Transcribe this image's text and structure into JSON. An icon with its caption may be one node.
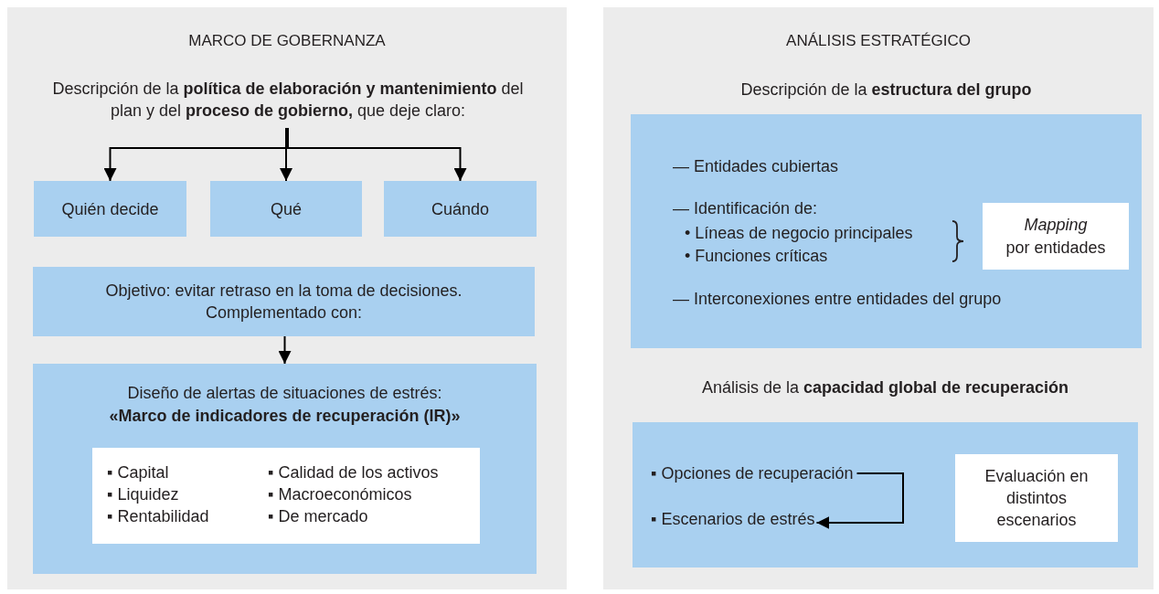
{
  "diagram": {
    "nodes": [
      {
        "text": [
          "MARCO DE GOBERNANZA"
        ]
      },
      {
        "text": [
          "Descripción de la **política de elaboración y mantenimiento** del plan y del **proceso de gobierno,** que deje claro:"
        ],
        "in": 0
      },
      {
        "text": [
          "Quién decide"
        ],
        "in": 0
      },
      {
        "text": [
          "Qué"
        ],
        "in": 0
      },
      {
        "text": [
          "Cuándo"
        ],
        "in": 0
      },
      {
        "text": [
          "Objetivo: evitar retraso en la toma de decisiones. Complementado con:"
        ],
        "in": 0
      },
      {
        "text": [
          "Diseño de alertas de situaciones de estrés:",
          "«Marco de indicadores de recuperación (IR)»"
        ],
        "in": 0
      },
      {
        "text": [
          "▪ Capital",
          "▪ Liquidez",
          "▪ Rentabilidad",
          "▪ Calidad de los activos",
          "▪ Macroeconómicos",
          "▪ De mercado"
        ],
        "in": 6
      },
      {
        "text": [
          "ANÁLISIS ESTRATÉGICO"
        ]
      },
      {
        "text": [
          "Descripción de la **estructura del grupo**",
          "— Entidades cubiertas",
          "— Identificación de:",
          "• Líneas de negocio principales",
          "• Funciones críticas",
          "— Interconexiones entre entidades del grupo"
        ],
        "in": 8
      },
      {
        "text": [
          "Mapping",
          "por entidades"
        ],
        "in": 9
      },
      {
        "text": [
          "Análisis de la **capacidad global de recuperación**"
        ],
        "in": 8
      },
      {
        "text": [
          "▪ Opciones de recuperación"
        ],
        "in": 11
      },
      {
        "text": [
          "▪ Escenarios de estrés"
        ],
        "in": 11
      },
      {
        "text": [
          "Evaluación en distintos escenarios"
        ],
        "in": 11
      }
    ],
    "edges": [
      {
        "from": 1,
        "to": 2,
        "arrow": "to"
      },
      {
        "from": 1,
        "to": 3,
        "arrow": "to"
      },
      {
        "from": 1,
        "to": 4,
        "arrow": "to"
      },
      {
        "from": 5,
        "to": 6,
        "arrow": "to"
      },
      {
        "from": 12,
        "to": 13,
        "arrow": "to"
      }
    ]
  }
}
